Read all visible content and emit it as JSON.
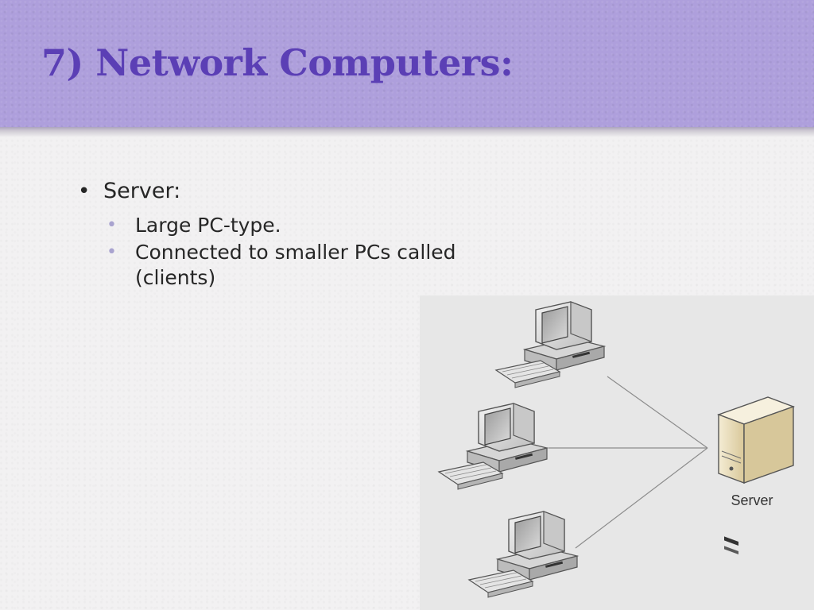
{
  "slide": {
    "title": "7) Network Computers:",
    "bullet": {
      "label": "Server:",
      "subitems": [
        "Large PC-type.",
        "Connected to smaller PCs called (clients)"
      ]
    }
  },
  "diagram": {
    "server_label": "Server",
    "client_count": 3
  },
  "colors": {
    "header": "#ae9fdc",
    "title": "#5b3fb5",
    "sub_bullet": "#a9a3cf"
  }
}
